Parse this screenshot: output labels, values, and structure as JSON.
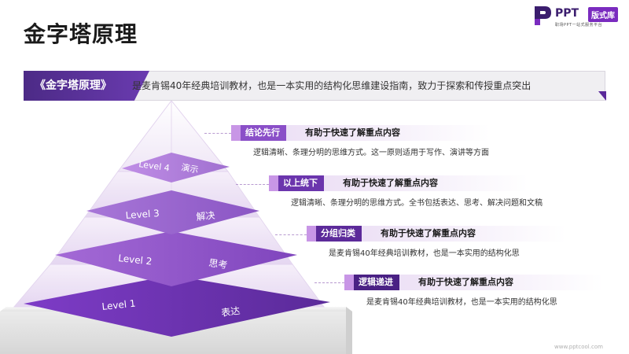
{
  "title": "金字塔原理",
  "logo": {
    "text": "PPT",
    "badge": "版式库",
    "subtitle": "职场PPT一站式服务平台"
  },
  "banner": {
    "label": "《金字塔原理》",
    "text": "是麦肯锡40年经典培训教材，也是一本实用的结构化思维建设指南，致力于探索和传授重点突出"
  },
  "pyramid": {
    "levels": [
      {
        "level": "Level 1",
        "word": "表达"
      },
      {
        "level": "Level 2",
        "word": "思考"
      },
      {
        "level": "Level 3",
        "word": "解决"
      },
      {
        "level": "Level 4",
        "word": "演示"
      }
    ]
  },
  "points": [
    {
      "tag": "结论先行",
      "heading": "有助于快速了解重点内容",
      "desc": "逻辑清晰、条理分明的思维方式。这一原则适用于写作、演讲等方面"
    },
    {
      "tag": "以上统下",
      "heading": "有助于快速了解重点内容",
      "desc": "逻辑清晰、条理分明的思维方式。全书包括表达、思考、解决问题和文稿"
    },
    {
      "tag": "分组归类",
      "heading": "有助于快速了解重点内容",
      "desc": "是麦肯锡40年经典培训教材，也是一本实用的结构化思"
    },
    {
      "tag": "逻辑递进",
      "heading": "有助于快速了解重点内容",
      "desc": "是麦肯锡40年经典培训教材，也是一本实用的结构化思"
    }
  ],
  "colors": {
    "accent": "#6a3bb0",
    "dark": "#3b1d6e",
    "light": "#c896e6"
  },
  "watermark": "www.pptcool.com"
}
